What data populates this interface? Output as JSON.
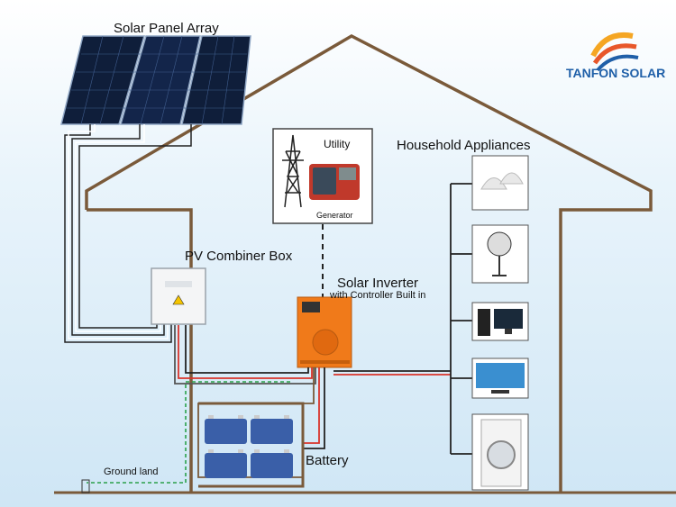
{
  "labels": {
    "solar_panel_array": "Solar Panel Array",
    "household_appliances": "Household Appliances",
    "pv_combiner_box": "PV Combiner Box",
    "solar_inverter": "Solar Inverter",
    "inverter_sub": "with Controller Built in",
    "battery": "Battery",
    "ground_land": "Ground  land",
    "utility": "Utility",
    "generator": "Generator"
  },
  "brand": {
    "name": "TANFON SOLAR",
    "color": "#1f5fa8"
  },
  "colors": {
    "wire_brown": "#7a5a3a",
    "wire_red": "#d9342b",
    "wire_black": "#222222",
    "ground_green": "#2aa14a",
    "inverter_orange": "#f07a1a",
    "sky": "#cfe6f5"
  },
  "appliances": [
    "lamp-icon",
    "fan-icon",
    "computer-icon",
    "tv-icon",
    "washing-machine-icon"
  ]
}
